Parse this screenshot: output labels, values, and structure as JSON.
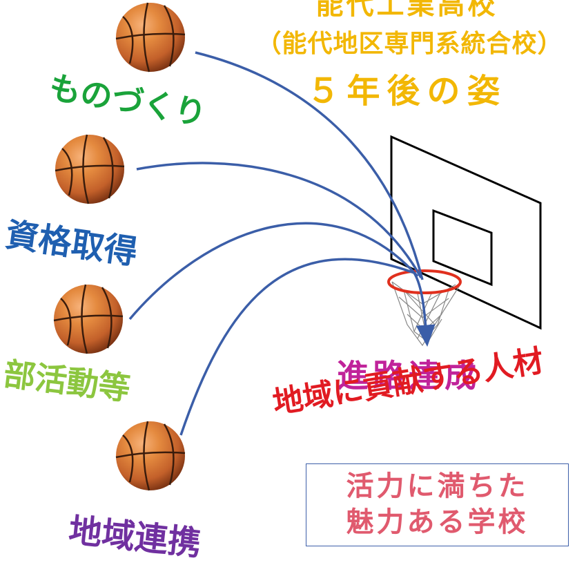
{
  "title": {
    "line1": "能代工業高校",
    "line2": "（能代地区専門系統合校）",
    "line3": "５年後の姿"
  },
  "categories": [
    {
      "label": "ものづくり"
    },
    {
      "label": "資格取得"
    },
    {
      "label": "部活動等"
    },
    {
      "label": "地域連携"
    }
  ],
  "goal": {
    "label": "進路達成",
    "sub": "地域に貢献する人材"
  },
  "message": {
    "line1": "活力に満ちた",
    "line2": "魅力ある学校"
  },
  "colors": {
    "title": "#f2b705",
    "monozukuri": "#1aa33a",
    "shikaku": "#1f5fb0",
    "bukatsu": "#8cc63f",
    "chiiki": "#7030a0",
    "goal": "#c0239a",
    "talent": "#e11b22",
    "message": "#e05a6e",
    "arrows": "#3b5ea8",
    "ball": "#d9772b",
    "rim": "#e0301e"
  },
  "icons": [
    "basketball-icon",
    "basketball-hoop-icon",
    "arrow-path"
  ]
}
